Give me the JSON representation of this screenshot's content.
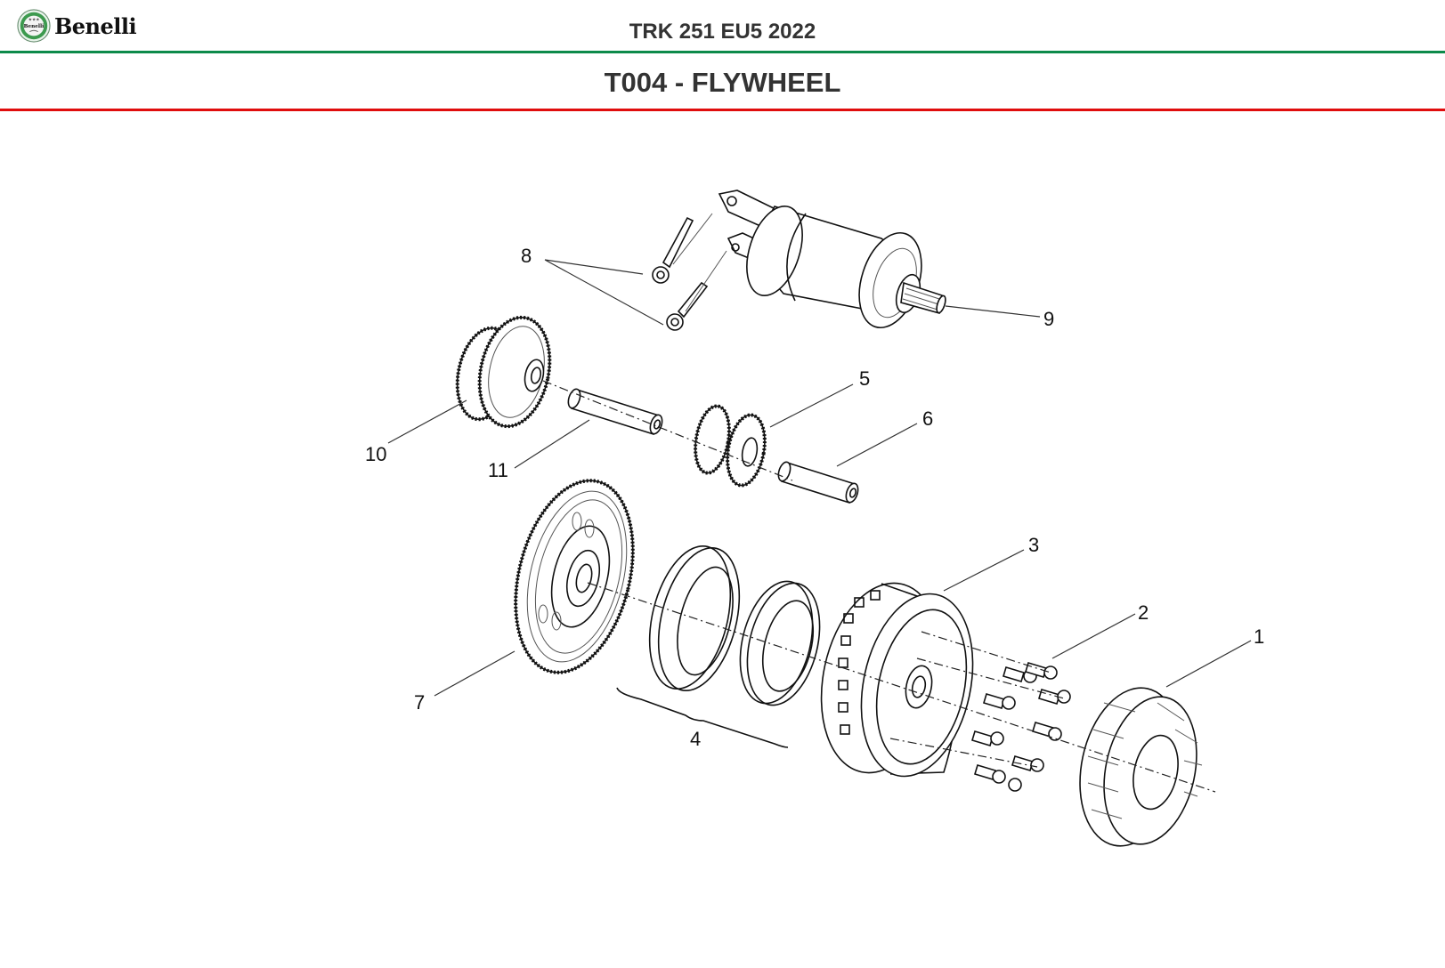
{
  "header": {
    "brand": "Benelli",
    "model_title": "TRK 251 EU5 2022",
    "section_title": "T004 - FLYWHEEL"
  },
  "colors": {
    "green_rule": "#0d8a4a",
    "red_rule": "#e00d0d",
    "text": "#333333"
  },
  "diagram": {
    "callouts": [
      "1",
      "2",
      "3",
      "4",
      "5",
      "6",
      "7",
      "8",
      "9",
      "10",
      "11"
    ]
  }
}
